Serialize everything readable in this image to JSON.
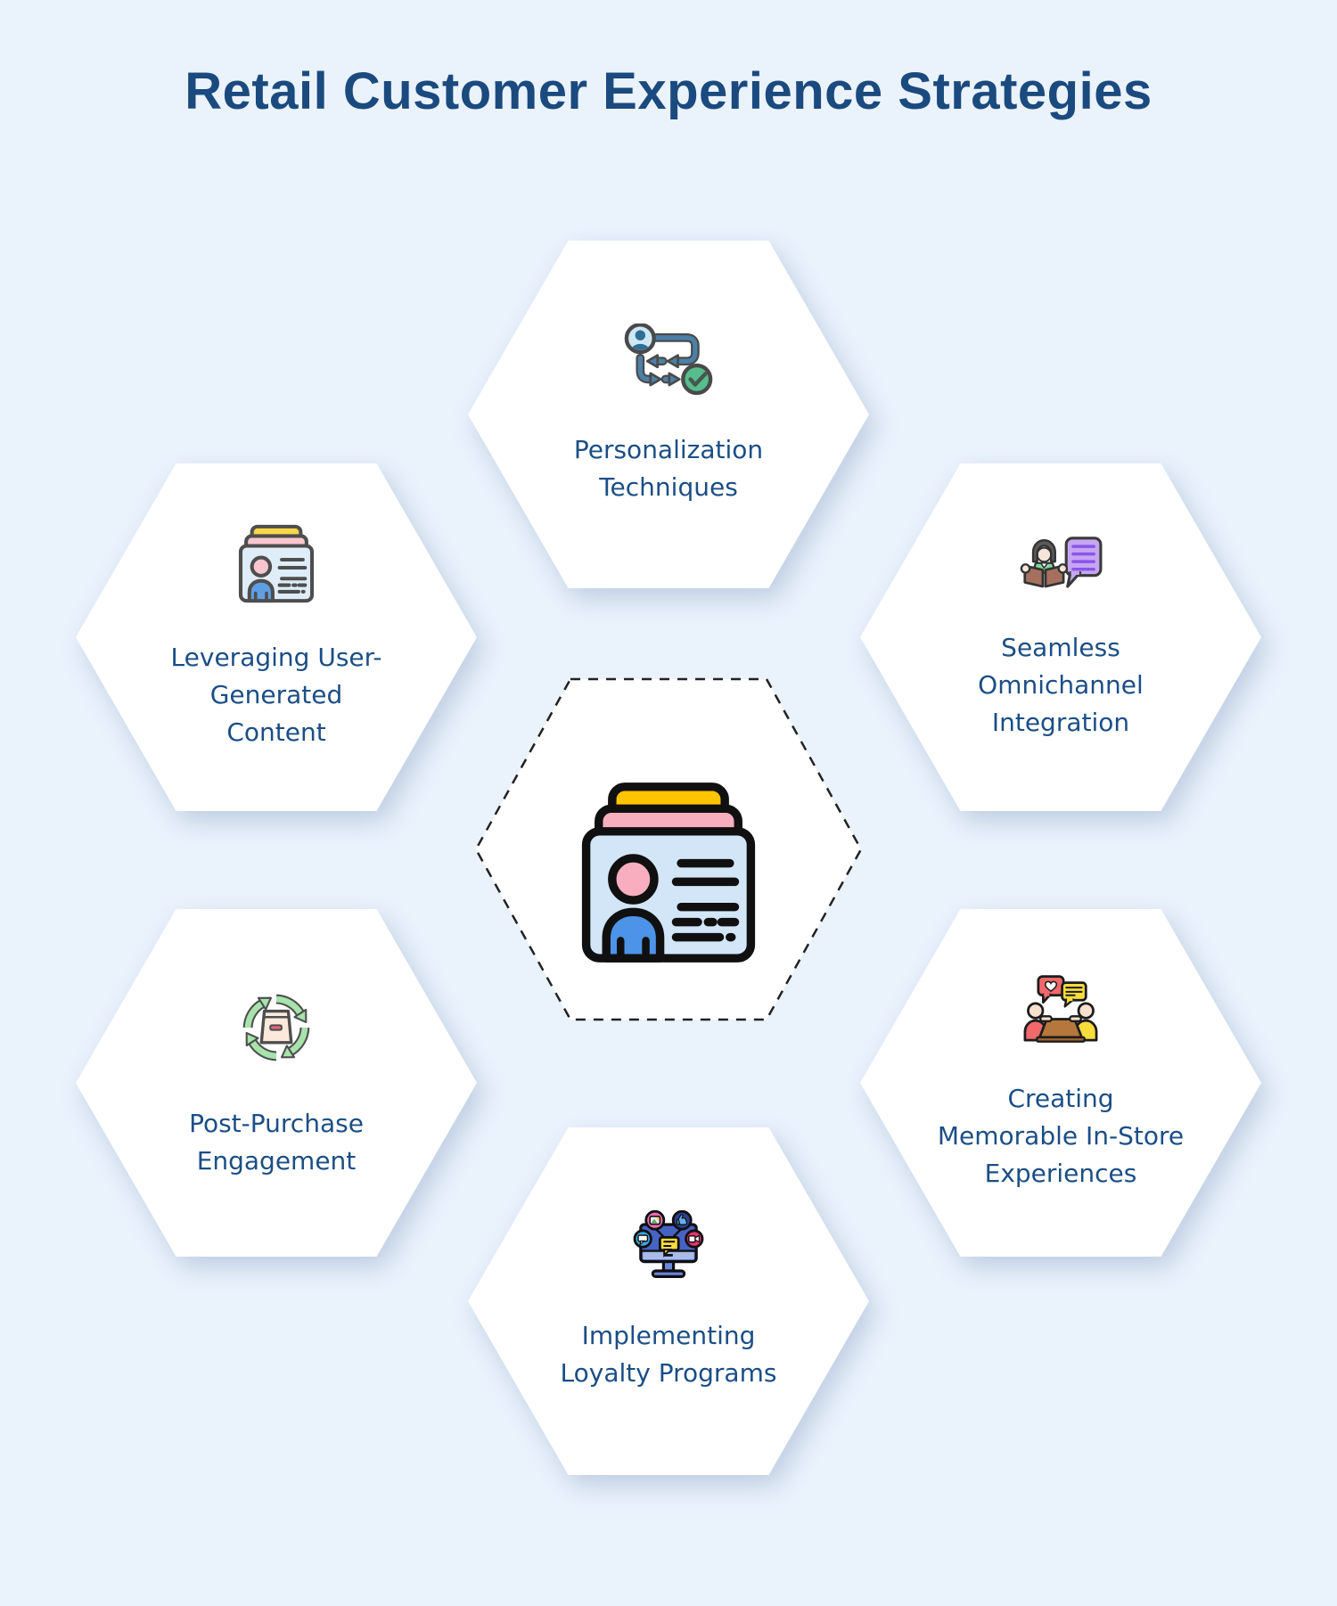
{
  "title": "Retail Customer Experience Strategies",
  "colors": {
    "background": "#EAF2FC",
    "hexagon_fill": "#FFFFFF",
    "title_text": "#1A4A7E",
    "label_text": "#1B4E86",
    "dashed_border": "#222222",
    "accent_yellow": "#FFC400",
    "accent_pink": "#F9AEC0",
    "accent_blue": "#4D94E8",
    "accent_green": "#56BD8D",
    "accent_light_green": "#A7E3AC",
    "accent_purple": "#C6A6F2",
    "accent_red": "#F2696B",
    "accent_brown": "#A6705F"
  },
  "center": {
    "name": "customer-profile",
    "icon": "id-card-stack-icon"
  },
  "nodes": [
    {
      "id": "personalization-techniques",
      "position": "top",
      "label": "Personalization Techniques",
      "lines": [
        "Personalization",
        "Techniques"
      ],
      "icon": "workflow-check-icon"
    },
    {
      "id": "leveraging-user-generated-content",
      "position": "upper-left",
      "label": "Leveraging User-Generated Content",
      "lines": [
        "Leveraging User-",
        "Generated",
        "Content"
      ],
      "icon": "id-card-icon"
    },
    {
      "id": "seamless-omnichannel-integration",
      "position": "upper-right",
      "label": "Seamless Omnichannel Integration",
      "lines": [
        "Seamless",
        "Omnichannel",
        "Integration"
      ],
      "icon": "reading-chat-icon"
    },
    {
      "id": "post-purchase-engagement",
      "position": "lower-left",
      "label": "Post-Purchase Engagement",
      "lines": [
        "Post-Purchase",
        "Engagement"
      ],
      "icon": "package-cycle-icon"
    },
    {
      "id": "creating-memorable-in-store-experiences",
      "position": "lower-right",
      "label": "Creating Memorable In-Store Experiences",
      "lines": [
        "Creating",
        "Memorable In-Store",
        "Experiences"
      ],
      "icon": "table-conversation-icon"
    },
    {
      "id": "implementing-loyalty-programs",
      "position": "bottom",
      "label": "Implementing Loyalty Programs",
      "lines": [
        "Implementing",
        "Loyalty Programs"
      ],
      "icon": "monitor-badges-icon"
    }
  ]
}
